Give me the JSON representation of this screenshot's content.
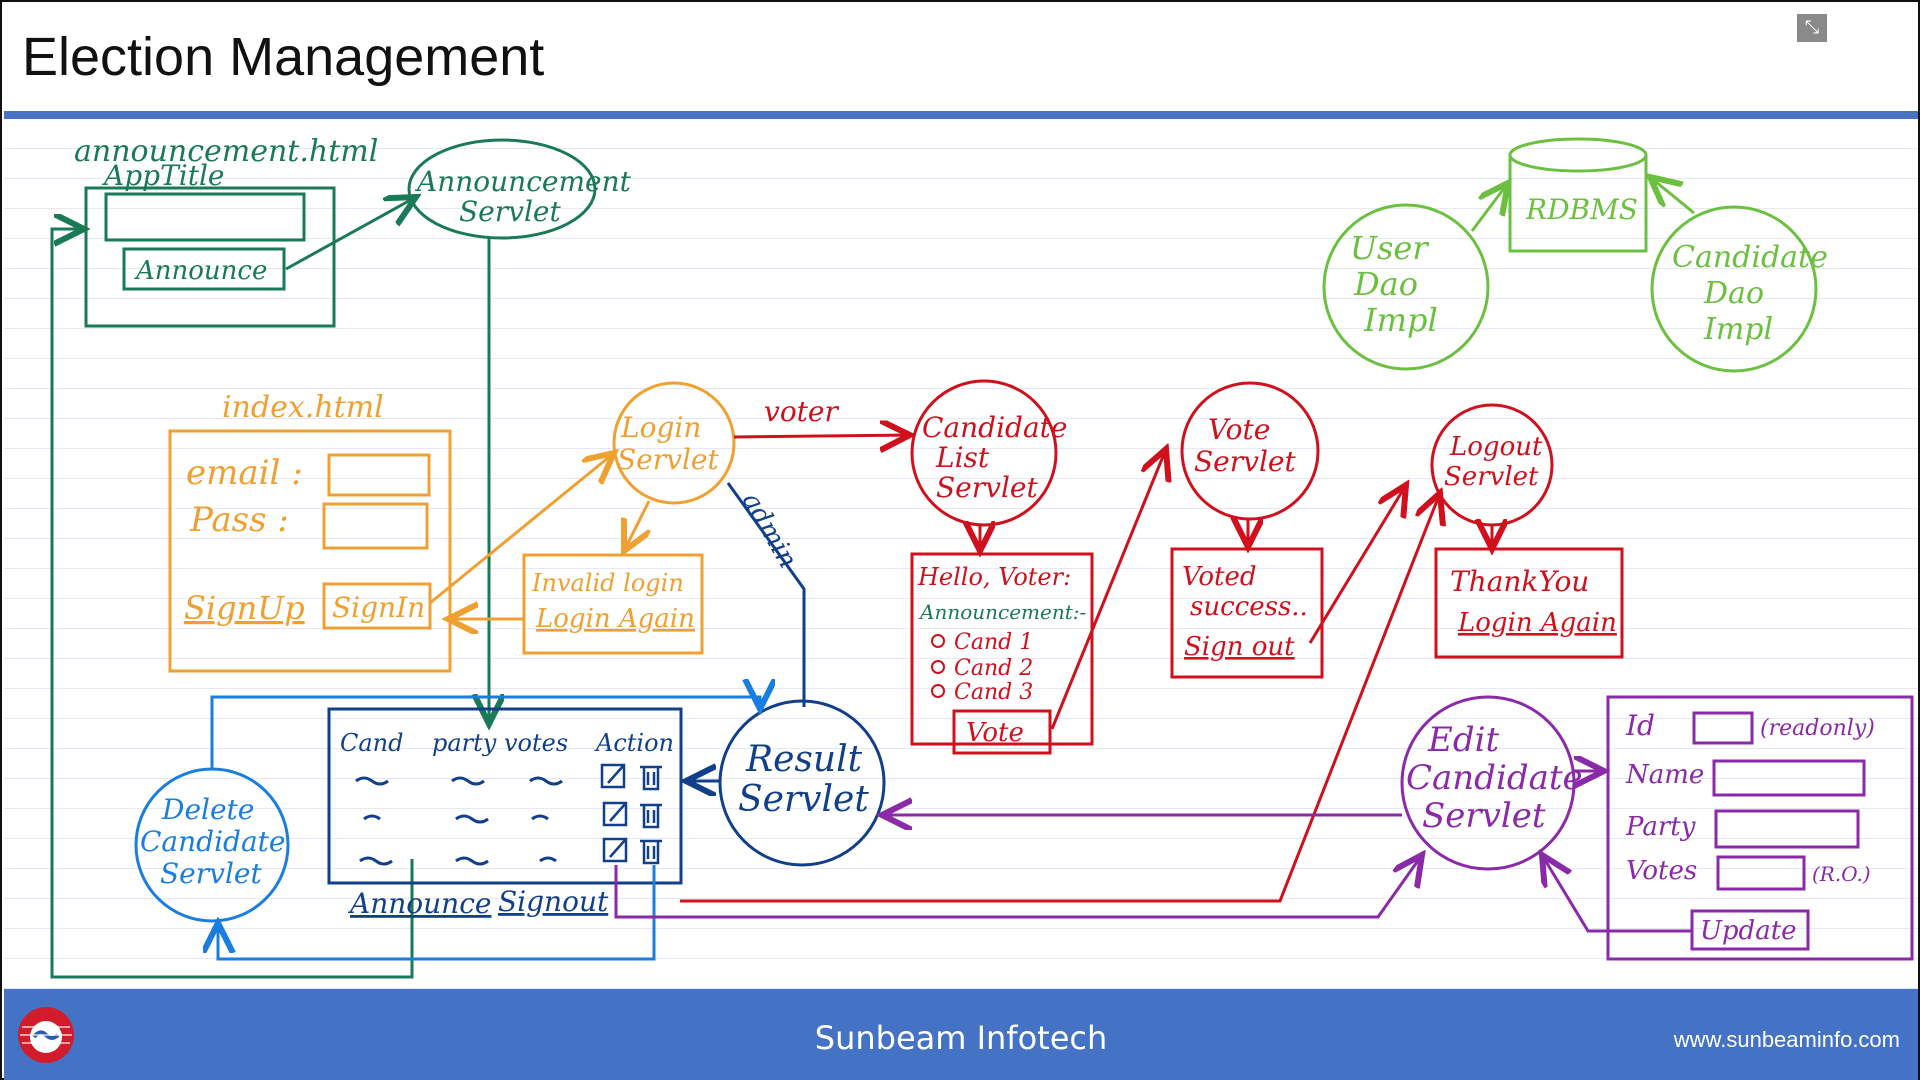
{
  "title": "Election Management",
  "footer": {
    "company": "Sunbeam Infotech",
    "url": "www.sunbeaminfo.com"
  },
  "icons": {
    "collapse": "collapse-icon",
    "logo": "sunbeam-globe-logo",
    "edit": "edit-icon",
    "delete": "trash-icon"
  },
  "colors": {
    "green": "#1a7a55",
    "orange": "#f0a030",
    "red": "#d0101c",
    "navy": "#123f8a",
    "blue": "#1a7ee0",
    "purple": "#8a2aa8",
    "lime": "#6cc040",
    "footer": "#4472c4"
  },
  "diagram": {
    "announcement_page": {
      "file": "announcement.html",
      "app_title": "AppTitle",
      "button": "Announce"
    },
    "announcement_servlet": {
      "line1": "Announcement",
      "line2": "Servlet"
    },
    "index_page": {
      "file": "index.html",
      "email": "email :",
      "pass": "Pass :",
      "signup": "SignUp",
      "signin": "SignIn"
    },
    "login_servlet": {
      "line1": "Login",
      "line2": "Servlet"
    },
    "invalid_box": {
      "line1": "Invalid login",
      "line2": "Login Again"
    },
    "label_voter": "voter",
    "label_admin": "admin",
    "candidate_list_servlet": {
      "line1": "Candidate",
      "line2": "List",
      "line3": "Servlet"
    },
    "voter_page": {
      "greeting": "Hello, Voter:",
      "announcement": "Announcement:-",
      "items": [
        "Cand 1",
        "Cand 2",
        "Cand 3"
      ],
      "vote_button": "Vote"
    },
    "vote_servlet": {
      "line1": "Vote",
      "line2": "Servlet"
    },
    "voted_box": {
      "line1": "Voted",
      "line2": "success..",
      "signout": "Sign out"
    },
    "logout_servlet": {
      "line1": "Logout",
      "line2": "Servlet"
    },
    "thankyou_box": {
      "line1": "ThankYou",
      "line2": "Login Again"
    },
    "result_servlet": {
      "line1": "Result",
      "line2": "Servlet"
    },
    "result_table": {
      "headers": [
        "Cand",
        "party",
        "votes",
        "Action"
      ],
      "announce": "Announce",
      "signout": "Signout"
    },
    "delete_servlet": {
      "line1": "Delete",
      "line2": "Candidate",
      "line3": "Servlet"
    },
    "edit_servlet": {
      "line1": "Edit",
      "line2": "Candidate",
      "line3": "Servlet"
    },
    "edit_form": {
      "id": "Id",
      "readonly": "(readonly)",
      "name": "Name",
      "party": "Party",
      "votes": "Votes",
      "ro": "(R.O.)",
      "update": "Update"
    },
    "db": {
      "rdbms": "RDBMS",
      "user_dao": [
        "User",
        "Dao",
        "Impl"
      ],
      "candidate_dao": [
        "Candidate",
        "Dao",
        "Impl"
      ]
    }
  }
}
